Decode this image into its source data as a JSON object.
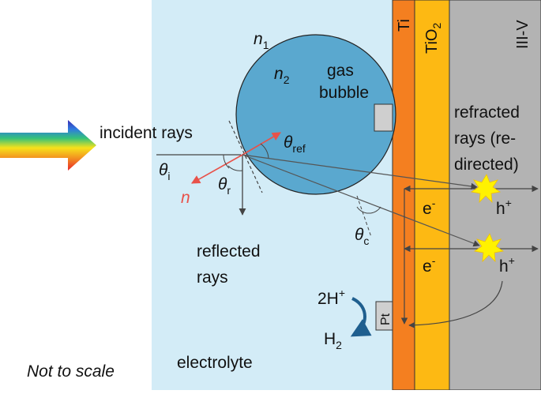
{
  "labels": {
    "n1": "n",
    "n1_sub": "1",
    "n2": "n",
    "n2_sub": "2",
    "gas": "gas",
    "bubble": "bubble",
    "ti": "Ti",
    "tio2": "TiO",
    "tio2_sub": "2",
    "iiiv": "III-V",
    "incident": "incident rays",
    "theta_i": "θ",
    "theta_i_sub": "i",
    "theta_r": "θ",
    "theta_r_sub": "r",
    "theta_ref": "θ",
    "theta_ref_sub": "ref",
    "theta_c": "θ",
    "theta_c_sub": "c",
    "normal": "n",
    "reflected_1": "reflected",
    "reflected_2": "rays",
    "refracted_1": "refracted",
    "refracted_2": "rays (re-",
    "refracted_3": "directed)",
    "electron": "e",
    "electron_sup": "-",
    "hole": "h",
    "hole_sup": "+",
    "proton": "2H",
    "proton_sup": "+",
    "hydrogen": "H",
    "hydrogen_sub": "2",
    "pt": "Pt",
    "electrolyte": "electrolyte",
    "scale_note": "Not to scale"
  },
  "colors": {
    "electrolyte": "#d3ecf7",
    "bubble": "#5aa8cf",
    "ti_layer": "#f47f20",
    "tio2_layer": "#fdb913",
    "iiiv_layer": "#b3b3b3",
    "normal_arrow": "#e8524a",
    "h2_arrow": "#1f5f8f",
    "spark": "#fff200"
  }
}
